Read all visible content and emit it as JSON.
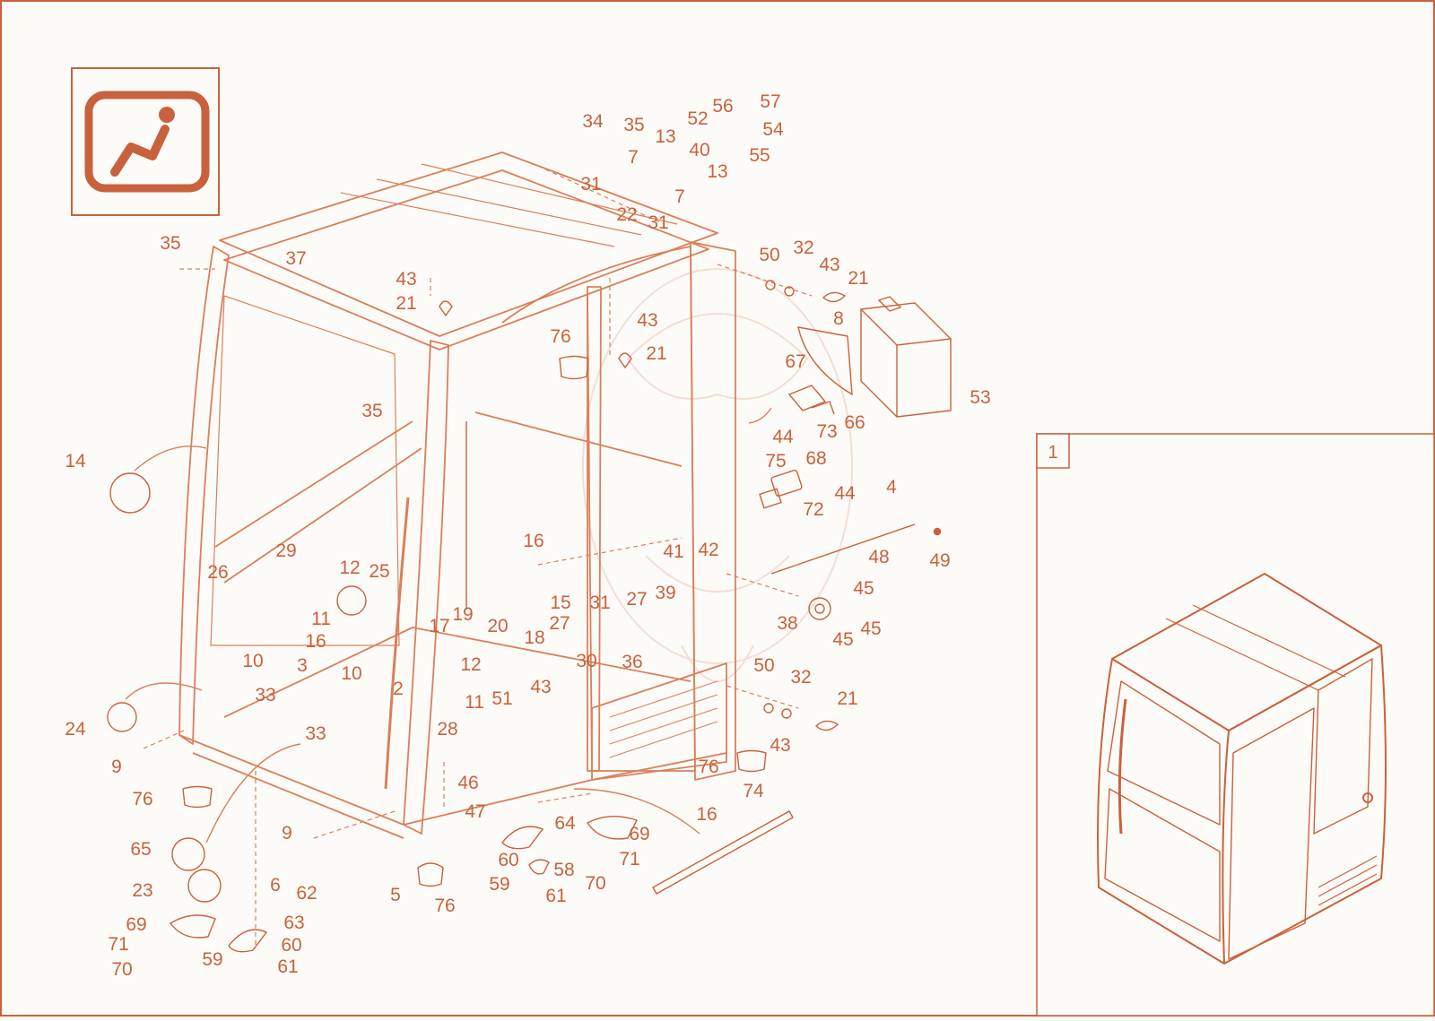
{
  "accent_color": "#c8623e",
  "line_color": "#d8805c",
  "page_background": "#fdfbf7",
  "category_icon": "operator-seat-icon",
  "inset": {
    "label": "1"
  },
  "callouts": [
    {
      "id": "c1",
      "text": "34"
    },
    {
      "id": "c2",
      "text": "35"
    },
    {
      "id": "c3",
      "text": "13"
    },
    {
      "id": "c4",
      "text": "52"
    },
    {
      "id": "c5",
      "text": "56"
    },
    {
      "id": "c6",
      "text": "57"
    },
    {
      "id": "c7",
      "text": "54"
    },
    {
      "id": "c8",
      "text": "55"
    },
    {
      "id": "c9",
      "text": "7"
    },
    {
      "id": "c10",
      "text": "40"
    },
    {
      "id": "c11",
      "text": "13"
    },
    {
      "id": "c12",
      "text": "31"
    },
    {
      "id": "c13",
      "text": "7"
    },
    {
      "id": "c14",
      "text": "22"
    },
    {
      "id": "c15",
      "text": "31"
    },
    {
      "id": "c16",
      "text": "35"
    },
    {
      "id": "c17",
      "text": "37"
    },
    {
      "id": "c18",
      "text": "43"
    },
    {
      "id": "c19",
      "text": "21"
    },
    {
      "id": "c20",
      "text": "76"
    },
    {
      "id": "c21",
      "text": "43"
    },
    {
      "id": "c22",
      "text": "21"
    },
    {
      "id": "c23",
      "text": "35"
    },
    {
      "id": "c24",
      "text": "50"
    },
    {
      "id": "c25",
      "text": "32"
    },
    {
      "id": "c26",
      "text": "43"
    },
    {
      "id": "c27",
      "text": "21"
    },
    {
      "id": "c28",
      "text": "8"
    },
    {
      "id": "c29",
      "text": "53"
    },
    {
      "id": "c30",
      "text": "67"
    },
    {
      "id": "c31",
      "text": "44"
    },
    {
      "id": "c32",
      "text": "73"
    },
    {
      "id": "c33",
      "text": "66"
    },
    {
      "id": "c34",
      "text": "75"
    },
    {
      "id": "c35",
      "text": "68"
    },
    {
      "id": "c36",
      "text": "72"
    },
    {
      "id": "c37",
      "text": "44"
    },
    {
      "id": "c38",
      "text": "4"
    },
    {
      "id": "c39",
      "text": "48"
    },
    {
      "id": "c40",
      "text": "49"
    },
    {
      "id": "c41",
      "text": "14"
    },
    {
      "id": "c42",
      "text": "16"
    },
    {
      "id": "c43",
      "text": "41"
    },
    {
      "id": "c44",
      "text": "42"
    },
    {
      "id": "c45",
      "text": "39"
    },
    {
      "id": "c46",
      "text": "29"
    },
    {
      "id": "c47",
      "text": "26"
    },
    {
      "id": "c48",
      "text": "12"
    },
    {
      "id": "c49",
      "text": "25"
    },
    {
      "id": "c50",
      "text": "11"
    },
    {
      "id": "c51",
      "text": "19"
    },
    {
      "id": "c52",
      "text": "15"
    },
    {
      "id": "c53",
      "text": "31"
    },
    {
      "id": "c54",
      "text": "27"
    },
    {
      "id": "c55",
      "text": "45"
    },
    {
      "id": "c56",
      "text": "38"
    },
    {
      "id": "c57",
      "text": "45"
    },
    {
      "id": "c58",
      "text": "45"
    },
    {
      "id": "c59",
      "text": "17"
    },
    {
      "id": "c60",
      "text": "20"
    },
    {
      "id": "c61",
      "text": "27"
    },
    {
      "id": "c62",
      "text": "16"
    },
    {
      "id": "c63",
      "text": "18"
    },
    {
      "id": "c64",
      "text": "10"
    },
    {
      "id": "c65",
      "text": "30"
    },
    {
      "id": "c66",
      "text": "36"
    },
    {
      "id": "c67",
      "text": "3"
    },
    {
      "id": "c68",
      "text": "10"
    },
    {
      "id": "c69",
      "text": "2"
    },
    {
      "id": "c70",
      "text": "12"
    },
    {
      "id": "c71",
      "text": "50"
    },
    {
      "id": "c72",
      "text": "32"
    },
    {
      "id": "c73",
      "text": "21"
    },
    {
      "id": "c74",
      "text": "33"
    },
    {
      "id": "c75",
      "text": "51"
    },
    {
      "id": "c76",
      "text": "43"
    },
    {
      "id": "c77",
      "text": "11"
    },
    {
      "id": "c78",
      "text": "43"
    },
    {
      "id": "c79",
      "text": "24"
    },
    {
      "id": "c80",
      "text": "33"
    },
    {
      "id": "c81",
      "text": "28"
    },
    {
      "id": "c82",
      "text": "9"
    },
    {
      "id": "c83",
      "text": "76"
    },
    {
      "id": "c84",
      "text": "46"
    },
    {
      "id": "c85",
      "text": "76"
    },
    {
      "id": "c86",
      "text": "74"
    },
    {
      "id": "c87",
      "text": "47"
    },
    {
      "id": "c88",
      "text": "64"
    },
    {
      "id": "c89",
      "text": "69"
    },
    {
      "id": "c90",
      "text": "16"
    },
    {
      "id": "c91",
      "text": "71"
    },
    {
      "id": "c92",
      "text": "9"
    },
    {
      "id": "c93",
      "text": "65"
    },
    {
      "id": "c94",
      "text": "6"
    },
    {
      "id": "c95",
      "text": "62"
    },
    {
      "id": "c96",
      "text": "60"
    },
    {
      "id": "c97",
      "text": "58"
    },
    {
      "id": "c98",
      "text": "23"
    },
    {
      "id": "c99",
      "text": "5"
    },
    {
      "id": "c100",
      "text": "76"
    },
    {
      "id": "c101",
      "text": "59"
    },
    {
      "id": "c102",
      "text": "61"
    },
    {
      "id": "c103",
      "text": "70"
    },
    {
      "id": "c104",
      "text": "69"
    },
    {
      "id": "c105",
      "text": "63"
    },
    {
      "id": "c106",
      "text": "71"
    },
    {
      "id": "c107",
      "text": "60"
    },
    {
      "id": "c108",
      "text": "59"
    },
    {
      "id": "c109",
      "text": "61"
    },
    {
      "id": "c110",
      "text": "70"
    }
  ]
}
